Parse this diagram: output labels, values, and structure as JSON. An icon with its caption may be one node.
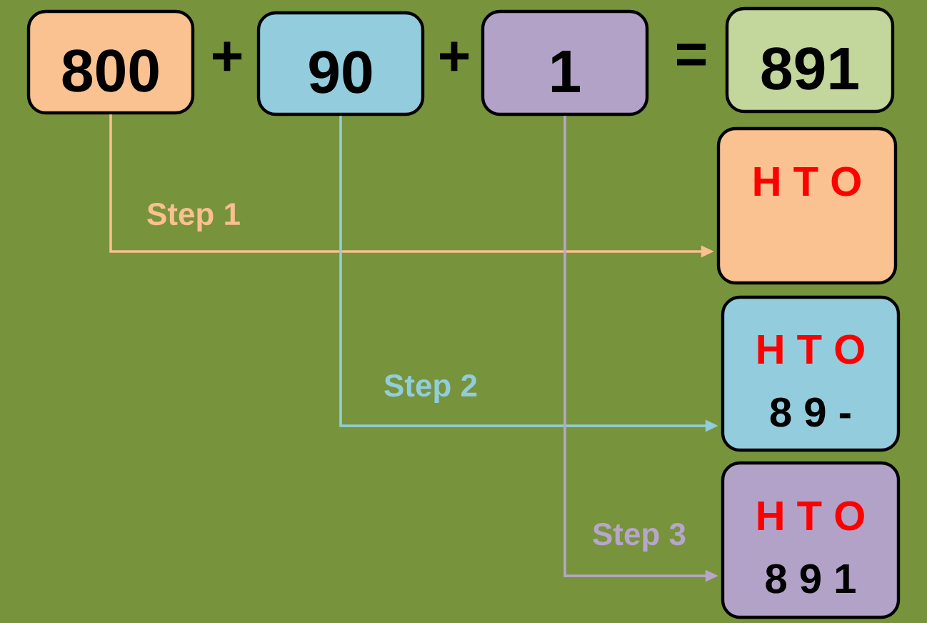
{
  "diagram": {
    "nodes": [
      {
        "text": [
          "800"
        ]
      },
      {
        "text": [
          "90"
        ]
      },
      {
        "text": [
          "1"
        ]
      },
      {
        "text": [
          "891"
        ]
      },
      {
        "text": [
          "H T O"
        ]
      },
      {
        "text": [
          "H T O",
          "8 9 -"
        ]
      },
      {
        "text": [
          "H T O",
          "8 9 1"
        ]
      }
    ],
    "edges": [
      {
        "from": 0,
        "to": 4,
        "arrow": "to",
        "label": "Step 1",
        "color": "#fac090"
      },
      {
        "from": 1,
        "to": 5,
        "arrow": "to",
        "label": "Step 2",
        "color": "#92cddc"
      },
      {
        "from": 2,
        "to": 6,
        "arrow": "to",
        "label": "Step 3",
        "color": "#b7a6cc"
      }
    ],
    "labels": [
      "+",
      "+",
      "="
    ]
  }
}
